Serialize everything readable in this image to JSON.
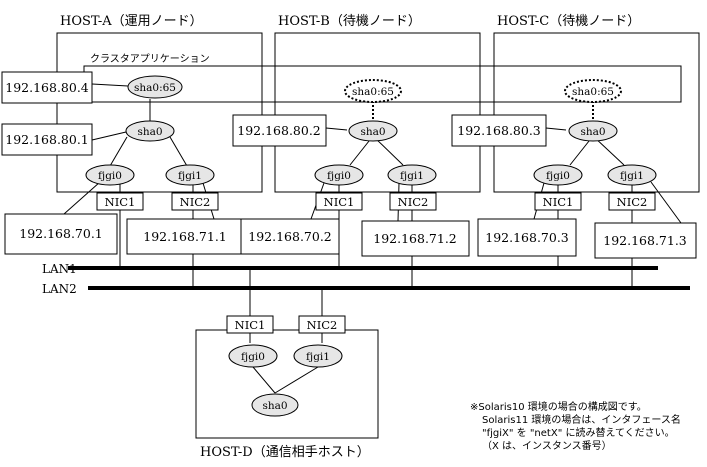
{
  "hosts": {
    "a": "HOST-A（運用ノード）",
    "b": "HOST-B（待機ノード）",
    "c": "HOST-C（待機ノード）",
    "d": "HOST-D（通信相手ホスト）"
  },
  "cluster_app": "クラスタアプリケーション",
  "nodes": {
    "sha065": "sha0:65",
    "sha0": "sha0",
    "fjgi0": "fjgi0",
    "fjgi1": "fjgi1"
  },
  "nics": {
    "nic1": "NIC1",
    "nic2": "NIC2"
  },
  "ips": {
    "a_takeover": "192.168.80.4",
    "a_sha0": "192.168.80.1",
    "b_sha0": "192.168.80.2",
    "c_sha0": "192.168.80.3",
    "a_lan1": "192.168.70.1",
    "a_lan2": "192.168.71.1",
    "b_lan1": "192.168.70.2",
    "b_lan2": "192.168.71.2",
    "c_lan1": "192.168.70.3",
    "c_lan2": "192.168.71.3"
  },
  "lans": {
    "lan1": "LAN1",
    "lan2": "LAN2"
  },
  "note": {
    "line1": "※Solaris10 環境の場合の構成図です。",
    "line2": "Solaris11 環境の場合は、インタフェース名",
    "line3": "\"fjgiX\" を \"netX\" に読み替えてください。",
    "line4": "（X は、インスタンス番号）"
  }
}
